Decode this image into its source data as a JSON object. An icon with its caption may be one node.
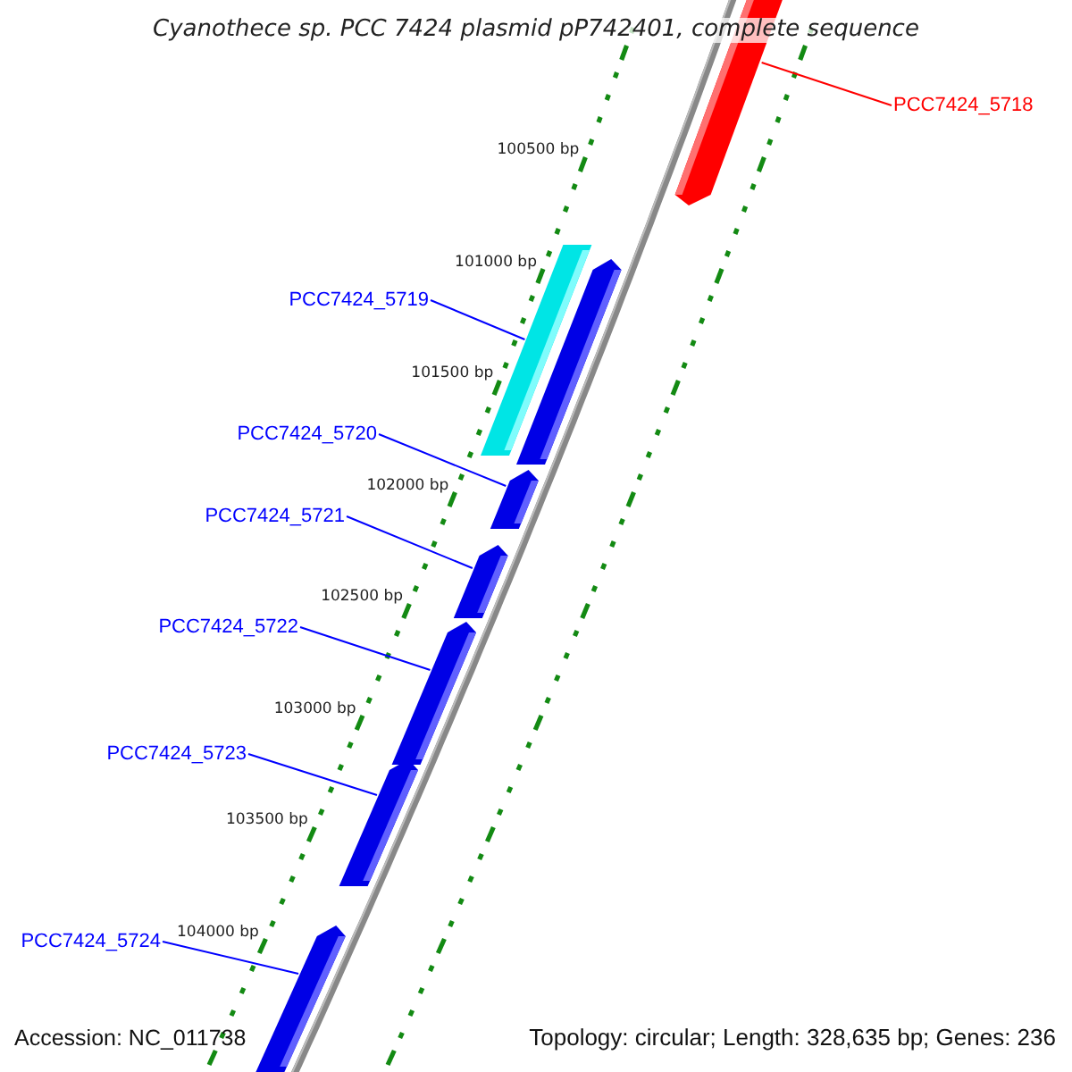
{
  "diagram": {
    "title": "Cyanothece sp. PCC 7424 plasmid pP742401, complete sequence",
    "nodes": [
      {
        "text": [
          "PCC7424_5718"
        ]
      },
      {
        "text": [
          "PCC7424_5719"
        ]
      },
      {
        "text": [
          "PCC7424_5720"
        ]
      },
      {
        "text": [
          "PCC7424_5721"
        ]
      },
      {
        "text": [
          "PCC7424_5722"
        ]
      },
      {
        "text": [
          "PCC7424_5723"
        ]
      },
      {
        "text": [
          "PCC7424_5724"
        ]
      },
      {
        "text": [],
        "shape": "bar"
      },
      {
        "text": [],
        "shape": "bar"
      },
      {
        "text": [],
        "shape": "bar"
      },
      {
        "text": [],
        "shape": "bar"
      },
      {
        "text": [],
        "shape": "bar"
      },
      {
        "text": [],
        "shape": "bar"
      },
      {
        "text": [],
        "shape": "bar"
      },
      {
        "text": [],
        "shape": "bar"
      }
    ],
    "edges": [
      {
        "from": 0,
        "to": 7,
        "arrow": "none",
        "color": "#ff0000"
      },
      {
        "from": 1,
        "to": 8,
        "arrow": "none"
      },
      {
        "from": 2,
        "to": 10,
        "arrow": "none"
      },
      {
        "from": 3,
        "to": 11,
        "arrow": "none"
      },
      {
        "from": 4,
        "to": 12,
        "arrow": "none"
      },
      {
        "from": 5,
        "to": 13,
        "arrow": "none"
      },
      {
        "from": 6,
        "to": 14,
        "arrow": "none"
      }
    ],
    "labels": [
      "100500 bp",
      "101000 bp",
      "101500 bp",
      "102000 bp",
      "102500 bp",
      "103000 bp",
      "103500 bp",
      "104000 bp",
      "Accession: NC_011738",
      "Topology: circular; Length: 328,635 bp; Genes: 236"
    ]
  }
}
